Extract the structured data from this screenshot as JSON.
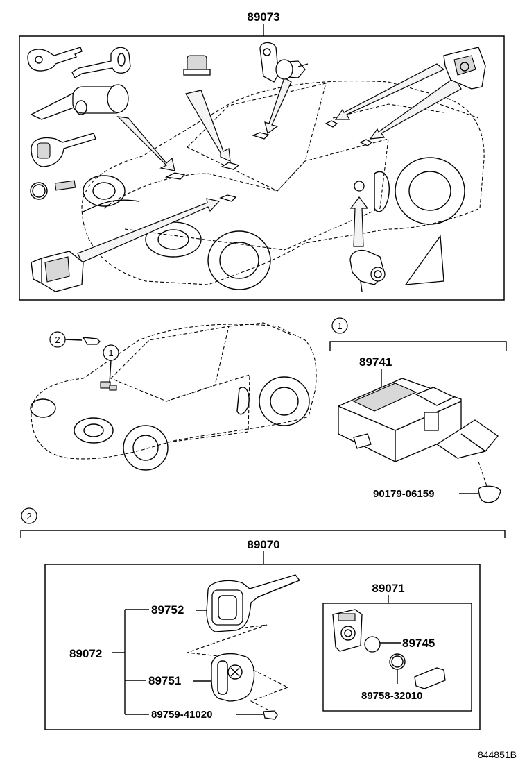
{
  "labels": {
    "main_kit": "89073",
    "ecu": "89741",
    "clip": "90179-06159",
    "key_assy": "89070",
    "transponder_kit": "89071",
    "key_set": "89072",
    "key_head": "89752",
    "key_cover": "89751",
    "screw": "89759-41020",
    "battery": "89745",
    "oring": "89758-32010",
    "callout_1": "1",
    "callout_2": "2",
    "diagram_code": "844851B"
  }
}
